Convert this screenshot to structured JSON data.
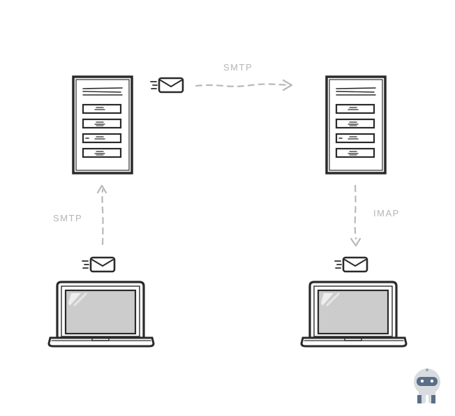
{
  "diagram": {
    "labels": {
      "smtp_top": "SMTP",
      "smtp_left": "SMTP",
      "imap_right": "IMAP"
    },
    "colors": {
      "ink": "#2a2a2a",
      "arrow": "#b9b9b9",
      "label": "#b5b5b5",
      "screen": "#cccccc",
      "mascot_body": "#d8dce0",
      "mascot_visor": "#5a6e88"
    },
    "icons": [
      "server-icon",
      "laptop-icon",
      "envelope-icon",
      "robot-mascot-icon"
    ]
  }
}
